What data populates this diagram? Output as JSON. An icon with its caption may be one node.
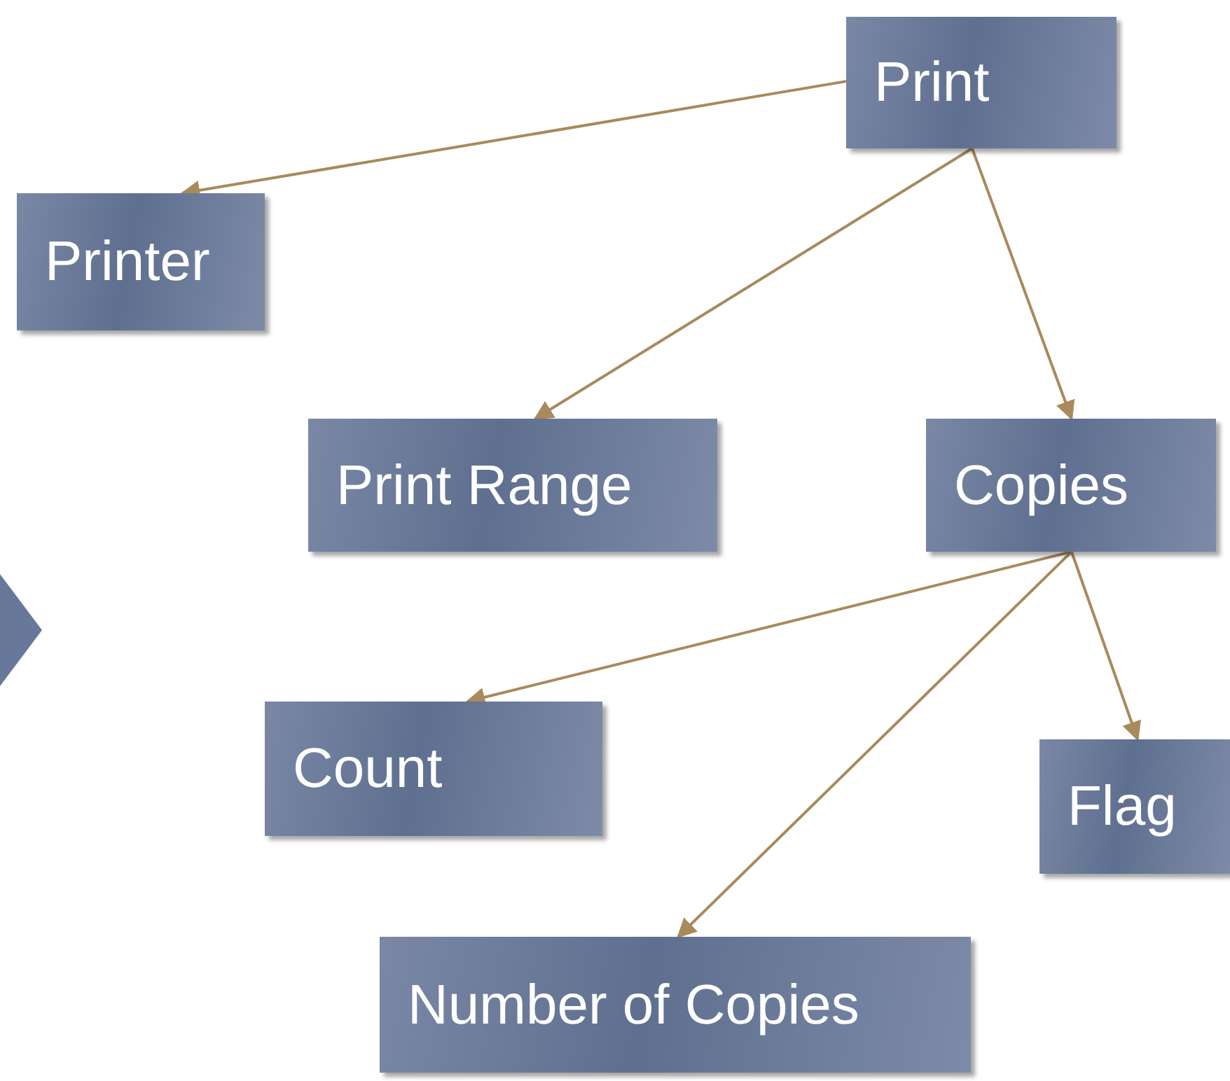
{
  "diagram": {
    "nodes": [
      {
        "text": [
          "Print"
        ]
      },
      {
        "text": [
          "Printer"
        ]
      },
      {
        "text": [
          "Print Range"
        ]
      },
      {
        "text": [
          "Copies"
        ]
      },
      {
        "text": [
          "Count"
        ]
      },
      {
        "text": [
          "Flag"
        ]
      },
      {
        "text": [
          "Number of Copies"
        ]
      },
      {
        "text": [],
        "shape": "diamond"
      }
    ],
    "edges": [
      {
        "from": 0,
        "to": 1,
        "arrow": "to"
      },
      {
        "from": 0,
        "to": 2,
        "arrow": "to"
      },
      {
        "from": 0,
        "to": 3,
        "arrow": "to"
      },
      {
        "from": 3,
        "to": 4,
        "arrow": "to"
      },
      {
        "from": 3,
        "to": 6,
        "arrow": "to"
      },
      {
        "from": 3,
        "to": 5,
        "arrow": "to"
      }
    ]
  }
}
